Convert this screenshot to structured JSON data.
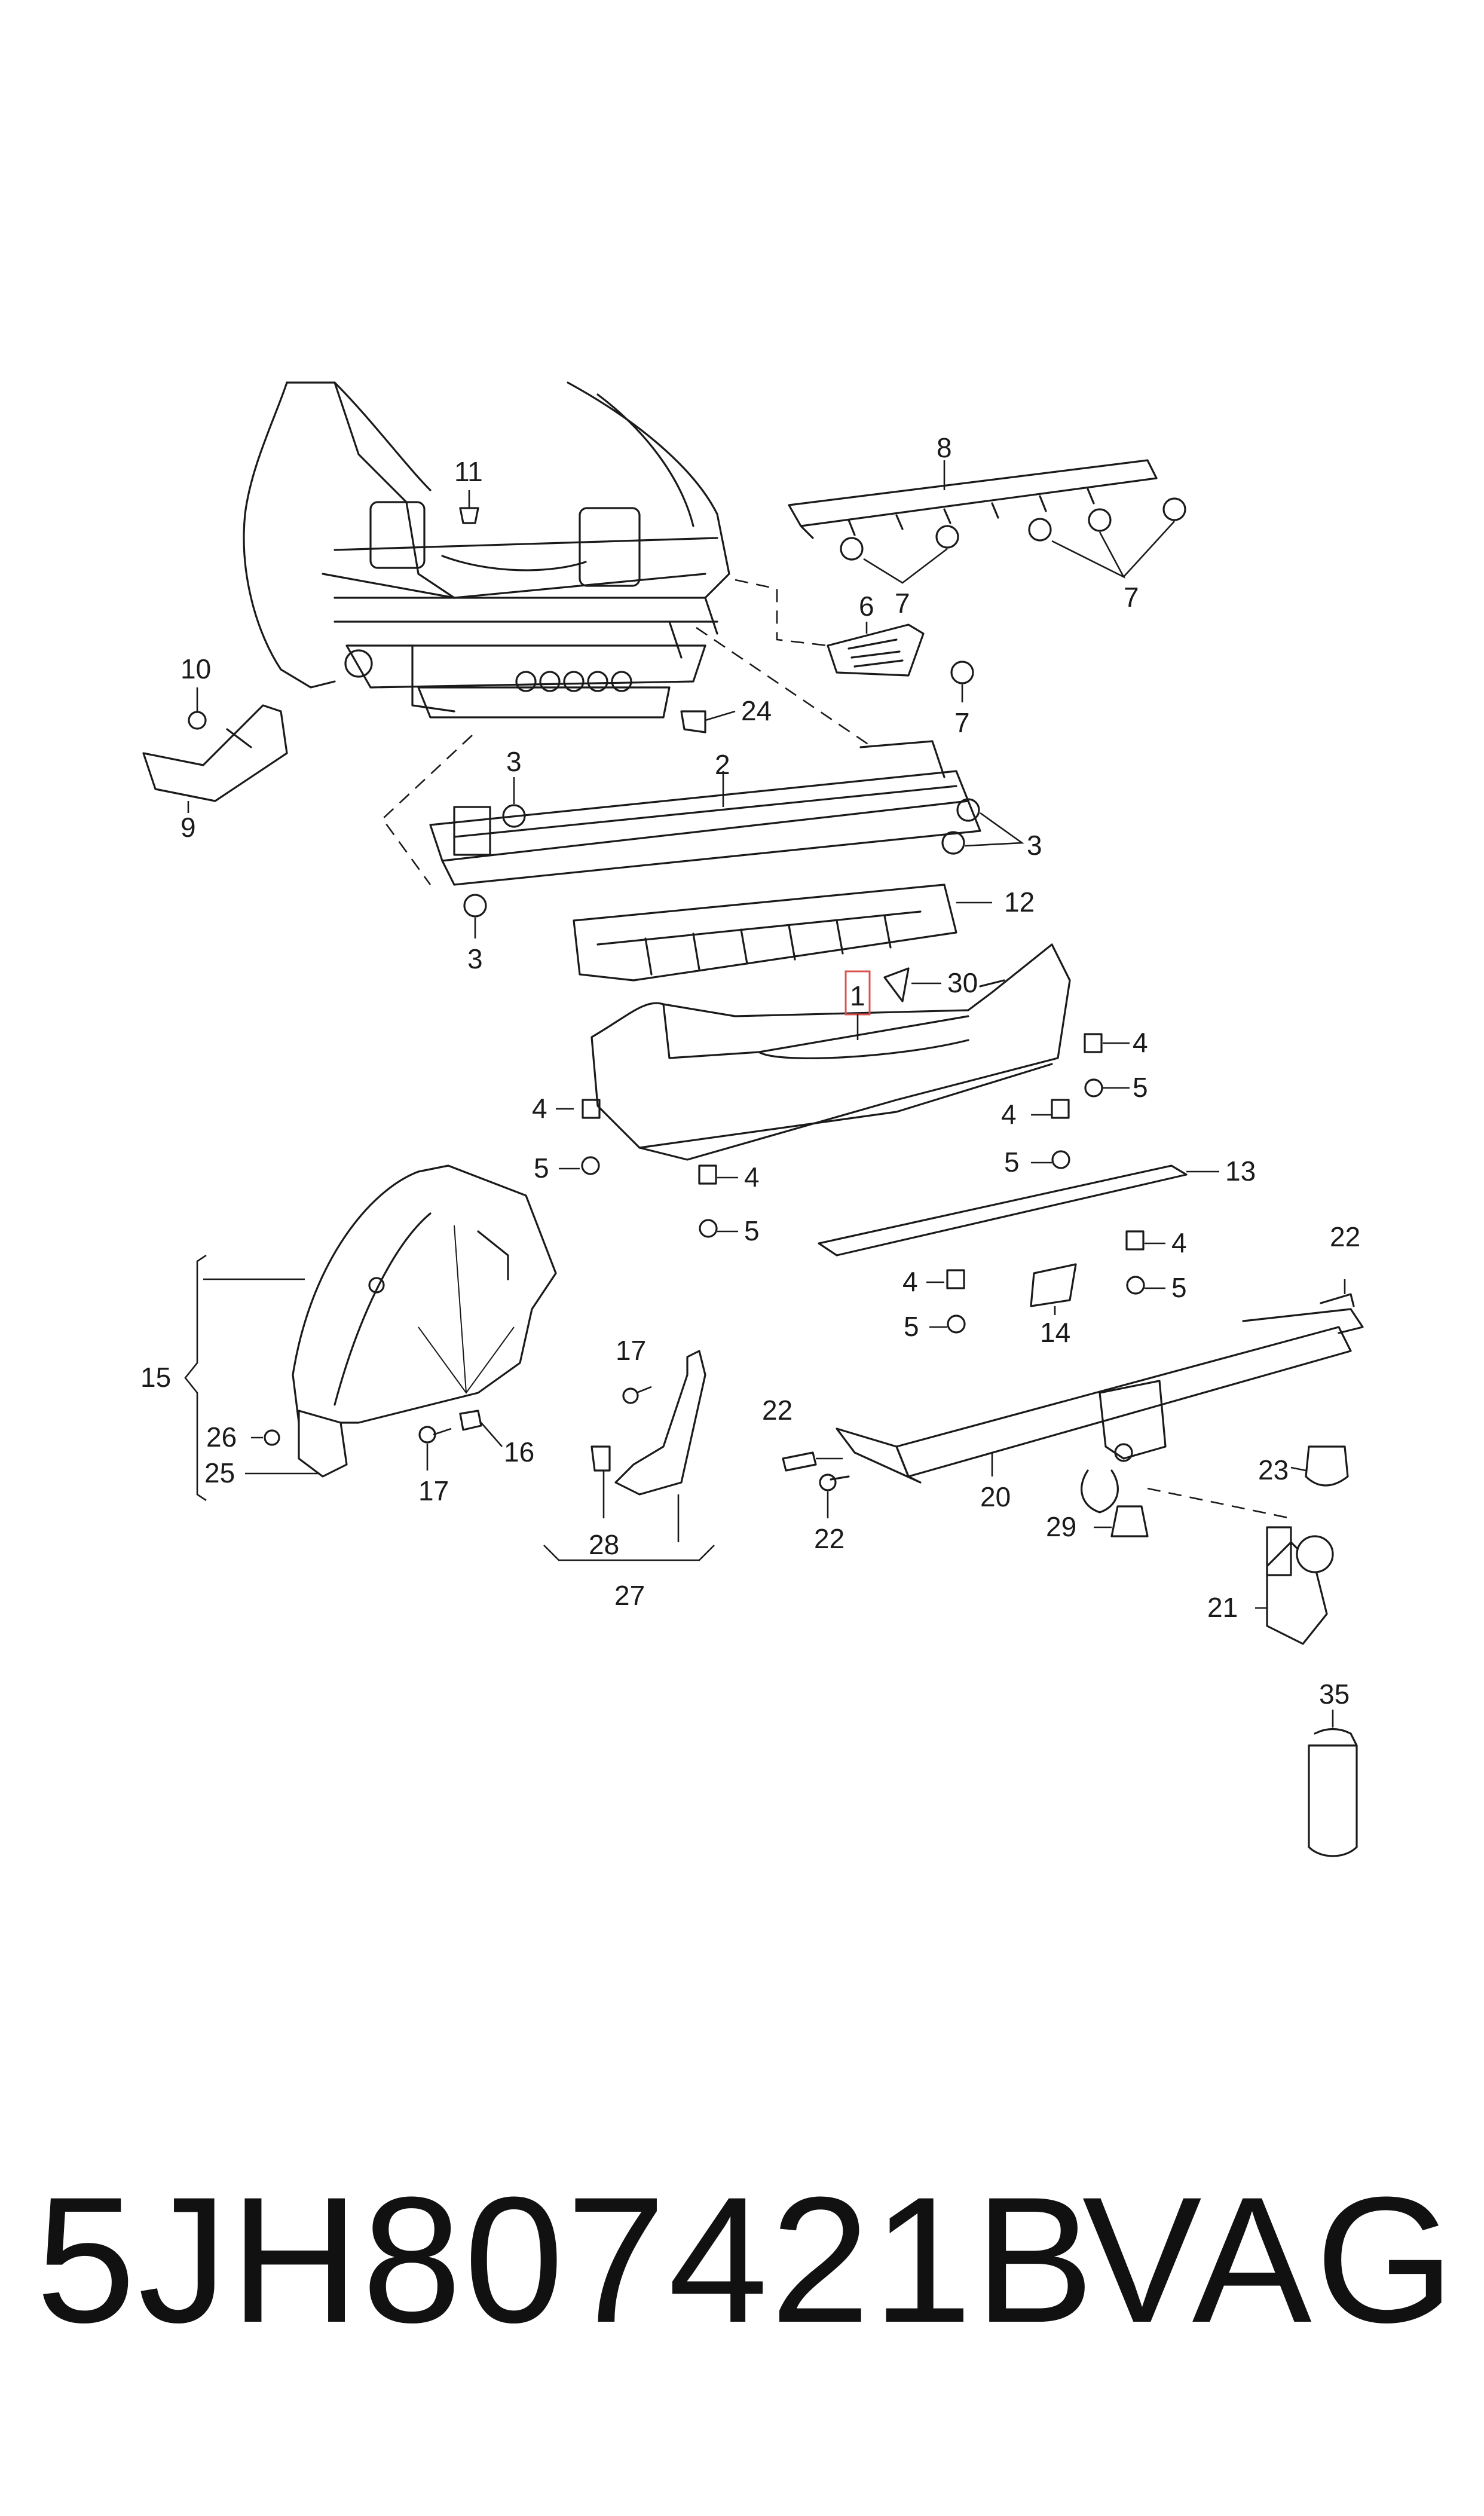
{
  "footer": {
    "part_number": "5JH807421B",
    "brand": "VAG"
  },
  "highlight_color": "#d9534f",
  "callouts": {
    "c1": "1",
    "c2": "2",
    "c3a": "3",
    "c3b": "3",
    "c3c": "3",
    "c4a": "4",
    "c4b": "4",
    "c4c": "4",
    "c4d": "4",
    "c4e": "4",
    "c4f": "4",
    "c5a": "5",
    "c5b": "5",
    "c5c": "5",
    "c5d": "5",
    "c5e": "5",
    "c5f": "5",
    "c6": "6",
    "c7a": "7",
    "c7b": "7",
    "c7c": "7",
    "c8": "8",
    "c9": "9",
    "c10": "10",
    "c11": "11",
    "c12": "12",
    "c13": "13",
    "c14": "14",
    "c15": "15",
    "c16": "16",
    "c17a": "17",
    "c17b": "17",
    "c20": "20",
    "c21": "21",
    "c22a": "22",
    "c22b": "22",
    "c22c": "22",
    "c23": "23",
    "c24": "24",
    "c25": "25",
    "c26": "26",
    "c27": "27",
    "c28": "28",
    "c29": "29",
    "c30": "30",
    "c35": "35"
  }
}
